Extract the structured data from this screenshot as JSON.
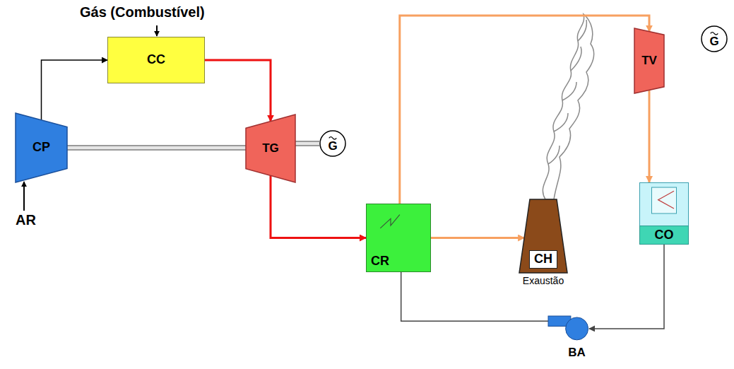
{
  "diagram": {
    "nodes": [
      {
        "text": [
          "CP"
        ]
      },
      {
        "text": [
          "CC"
        ]
      },
      {
        "text": [
          "TG"
        ]
      },
      {
        "text": [
          "G"
        ]
      },
      {
        "text": [
          "CR"
        ]
      },
      {
        "text": [
          "CH",
          "Exaustão"
        ]
      },
      {
        "text": [
          "TV"
        ]
      },
      {
        "text": [
          "G"
        ]
      },
      {
        "text": [
          "CO"
        ]
      },
      {
        "text": [
          "BA"
        ]
      }
    ],
    "edges": [
      {
        "from": 0,
        "to": 1,
        "arrow": "to"
      },
      {
        "from": 1,
        "to": 2,
        "arrow": "to"
      },
      {
        "from": 0,
        "to": 2,
        "arrow": "none"
      },
      {
        "from": 2,
        "to": 3,
        "arrow": "none"
      },
      {
        "from": 2,
        "to": 4,
        "arrow": "to"
      },
      {
        "from": 4,
        "to": 5,
        "arrow": "to"
      },
      {
        "from": 4,
        "to": 6,
        "arrow": "to"
      },
      {
        "from": 6,
        "to": 8,
        "arrow": "to"
      },
      {
        "from": 8,
        "to": 9,
        "arrow": "to"
      },
      {
        "from": 9,
        "to": 4,
        "arrow": "none"
      }
    ],
    "labels": [
      "Gás (Combustível)",
      "AR"
    ]
  }
}
